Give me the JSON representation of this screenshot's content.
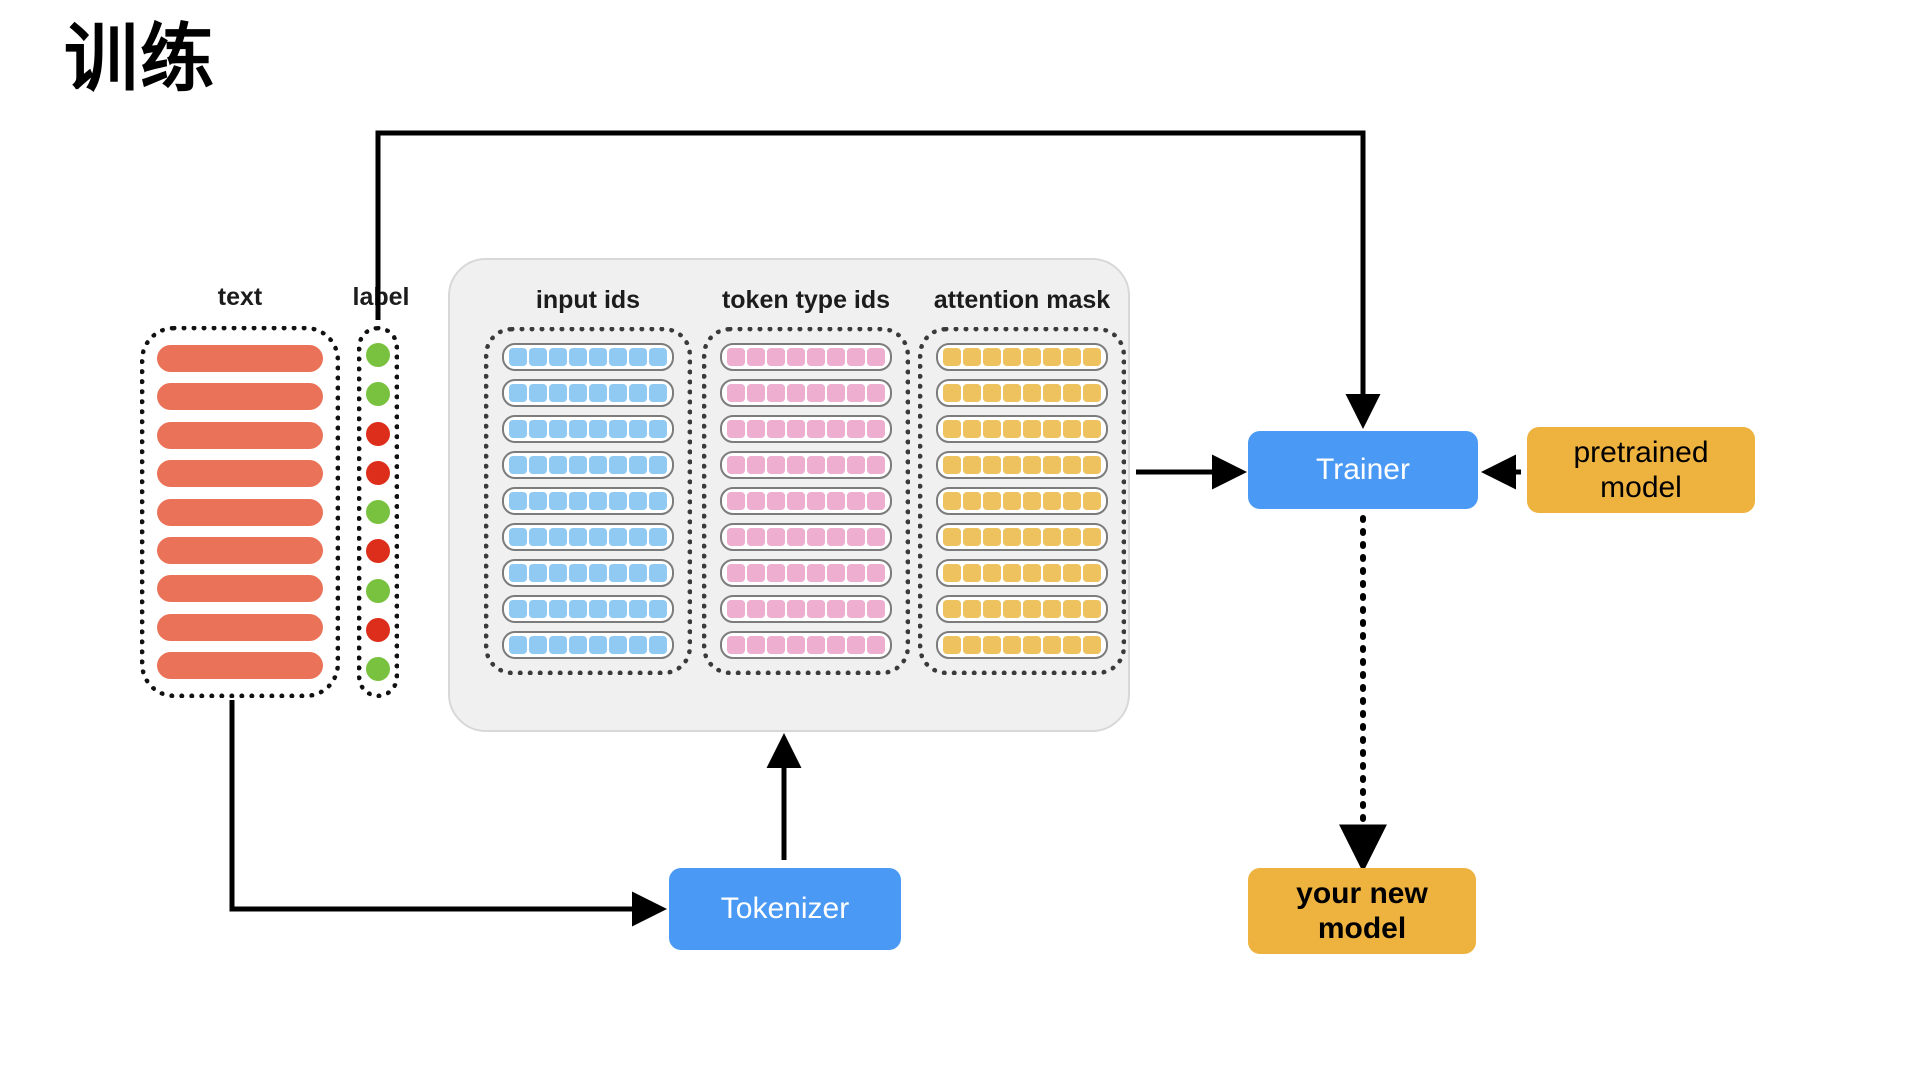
{
  "title": "训练",
  "captions": {
    "text": "text",
    "label": "label"
  },
  "feature_columns": [
    {
      "key": "input_ids",
      "title": "input ids",
      "color": "#90c9f2",
      "color_name": "blue",
      "rows": 9,
      "cells_per_row": 8
    },
    {
      "key": "token_type_ids",
      "title": "token type ids",
      "color": "#eeaed0",
      "color_name": "pink",
      "rows": 9,
      "cells_per_row": 8
    },
    {
      "key": "attention_mask",
      "title": "attention mask",
      "color": "#eec25f",
      "color_name": "yellow",
      "rows": 9,
      "cells_per_row": 8
    }
  ],
  "text_column": {
    "bar_count": 9,
    "bar_color": "#ea7259"
  },
  "label_column": {
    "values": [
      "green",
      "green",
      "red",
      "red",
      "green",
      "red",
      "green",
      "red",
      "green"
    ],
    "green_color": "#79c23f",
    "red_color": "#dd2e1c"
  },
  "nodes": {
    "trainer": {
      "label": "Trainer",
      "color": "#4a9af5",
      "text_color": "#ffffff"
    },
    "pretrained_model": {
      "label": "pretrained\nmodel",
      "line1": "pretrained",
      "line2": "model",
      "color": "#eeb23f",
      "text_color": "#000000"
    },
    "tokenizer": {
      "label": "Tokenizer",
      "color": "#4a9af5",
      "text_color": "#ffffff"
    },
    "new_model": {
      "label": "your new\nmodel",
      "line1": "your new",
      "line2": "model",
      "color": "#eeb23f",
      "text_color": "#000000"
    }
  },
  "edges": [
    {
      "name": "label-to-trainer",
      "from": "label",
      "to": "trainer",
      "style": "solid"
    },
    {
      "name": "features-to-trainer",
      "from": "features-panel",
      "to": "trainer",
      "style": "solid"
    },
    {
      "name": "pretrained-to-trainer",
      "from": "pretrained-model",
      "to": "trainer",
      "style": "solid"
    },
    {
      "name": "text-to-tokenizer",
      "from": "text",
      "to": "tokenizer",
      "style": "solid"
    },
    {
      "name": "tokenizer-to-features",
      "from": "tokenizer",
      "to": "features-panel",
      "style": "solid"
    },
    {
      "name": "trainer-to-new-model",
      "from": "trainer",
      "to": "new-model",
      "style": "dotted"
    }
  ],
  "colors": {
    "panel_background": "#f0f0f0",
    "panel_border": "#d8d8d8",
    "dotted_border": "#111111",
    "arrow": "#000000",
    "page_background": "#ffffff"
  }
}
